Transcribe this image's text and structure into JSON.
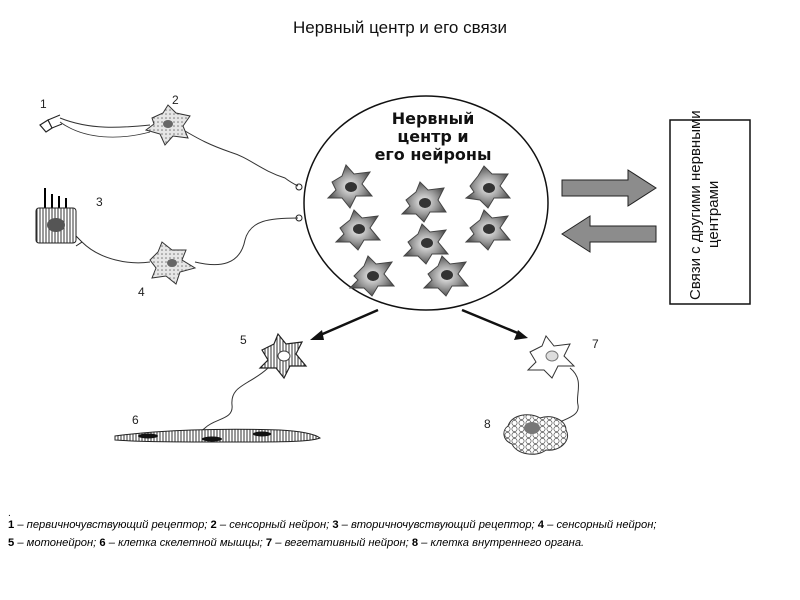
{
  "title": "Нервный центр и его связи",
  "center": {
    "line1": "Нервный",
    "line2": "центр и",
    "line3": "его нейроны"
  },
  "side_box": {
    "line1": "Связи с другими нервными",
    "line2": "центрами"
  },
  "labels": {
    "n1": "1",
    "n2": "2",
    "n3": "3",
    "n4": "4",
    "n5": "5",
    "n6": "6",
    "n7": "7",
    "n8": "8"
  },
  "caption": {
    "dot": ".",
    "items": [
      {
        "num": "1",
        "text": " – первичночувствующий рецептор; "
      },
      {
        "num": "2",
        "text": " – сенсорный нейрон; "
      },
      {
        "num": "3",
        "text": " – вторичночувствующий рецептор; "
      },
      {
        "num": "4",
        "text": " – сенсорный нейрон;"
      },
      {
        "num": "5",
        "text": " – мотонейрон; "
      },
      {
        "num": "6",
        "text": " – клетка скелетной мышцы; "
      },
      {
        "num": "7",
        "text": " – вегетативный нейрон; "
      },
      {
        "num": "8",
        "text": " – клетка внутреннего органа."
      }
    ]
  },
  "colors": {
    "arrow_fill": "#8c8c8c",
    "neuron_dark": "#5a5a5a",
    "neuron_light": "#d6d6d6"
  }
}
